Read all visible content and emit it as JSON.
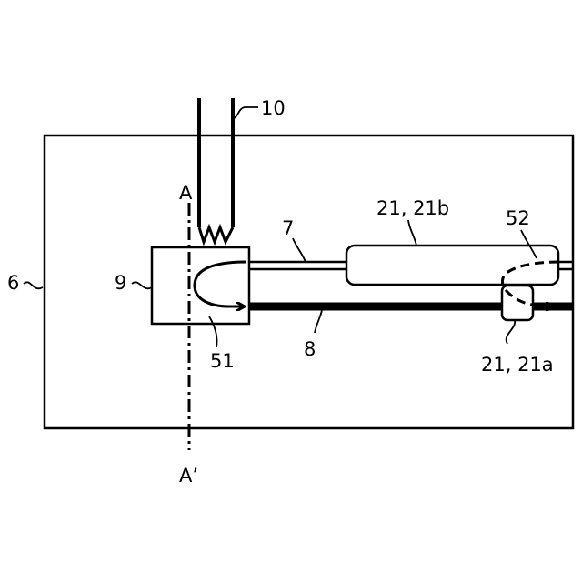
{
  "labels": {
    "board": "6",
    "coupler": "9",
    "fiber": "10",
    "waveguide_upper": "7",
    "waveguide_lower": "8",
    "element_b": "21, 21b",
    "element_a": "21, 21a",
    "light_path_51": "51",
    "light_path_52": "52",
    "section_top": "A",
    "section_bottom": "A’"
  }
}
